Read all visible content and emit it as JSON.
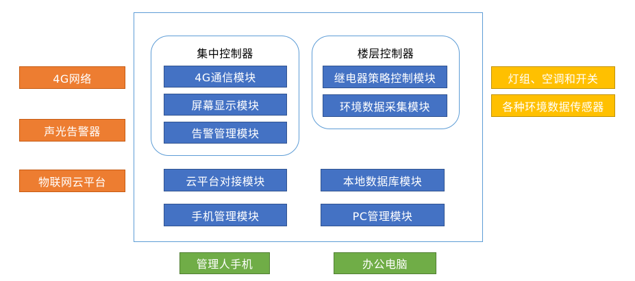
{
  "left_devices": [
    "4G网络",
    "声光告警器",
    "物联网云平台"
  ],
  "right_devices": [
    "灯组、空调和开关",
    "各种环境数据传感器"
  ],
  "central_controller": {
    "title": "集中控制器",
    "modules": [
      "4G通信模块",
      "屏幕显示模块",
      "告警管理模块"
    ]
  },
  "floor_controller": {
    "title": "楼层控制器",
    "modules": [
      "继电器策略控制模块",
      "环境数据采集模块"
    ]
  },
  "shared_modules": {
    "cloud": "云平台对接模块",
    "database": "本地数据库模块",
    "mobile": "手机管理模块",
    "pc": "PC管理模块"
  },
  "clients": [
    "管理人手机",
    "办公电脑"
  ],
  "colors": {
    "external_device": "#ed7d31",
    "module": "#4472c4",
    "peripheral": "#ffc000",
    "client": "#70ad47",
    "border": "#5b9bd5"
  }
}
